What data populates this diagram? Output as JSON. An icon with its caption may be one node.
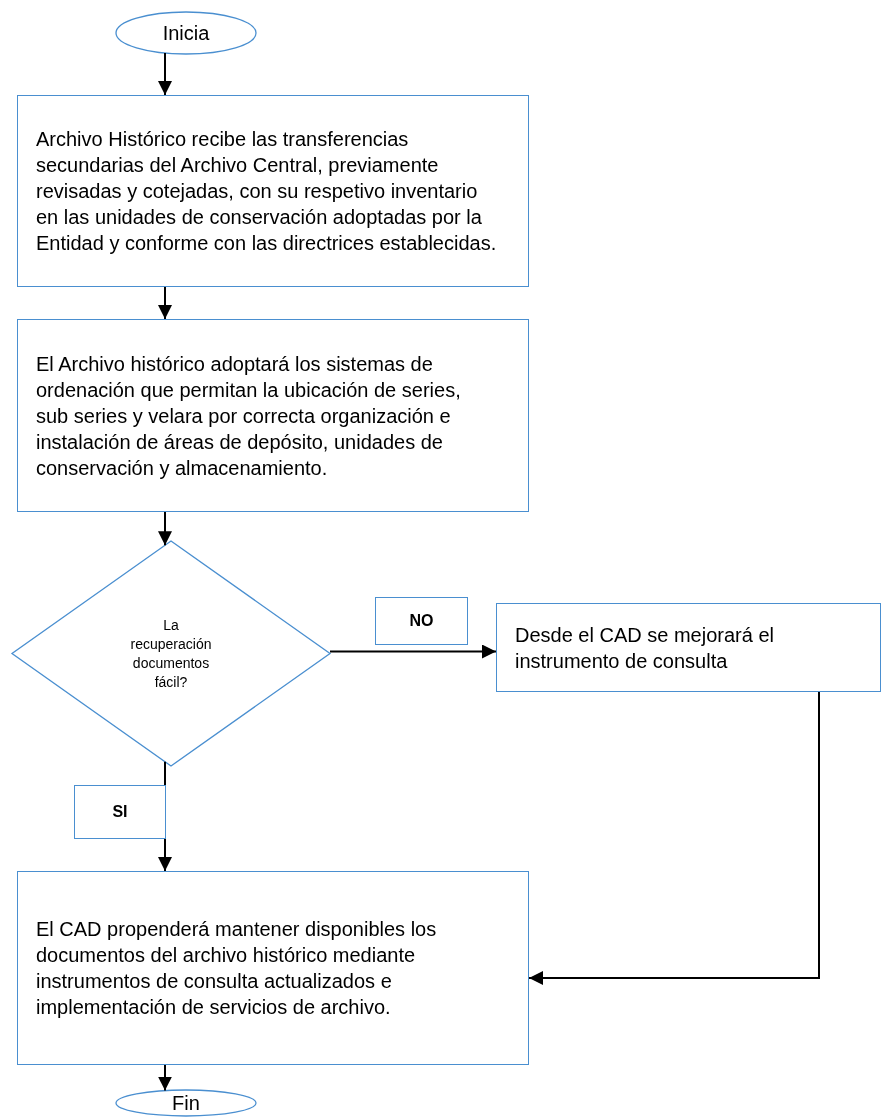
{
  "diagram": {
    "nodes": [
      {
        "text": [
          "Inicia"
        ]
      },
      {
        "text": [
          "Archivo Histórico recibe las transferencias secundarias del Archivo Central, previamente revisadas y cotejadas, con su respetivo inventario en las unidades de conservación adoptadas por la Entidad y conforme con las directrices establecidas."
        ]
      },
      {
        "text": [
          "El Archivo histórico adoptará los sistemas de ordenación que permitan la ubicación de series, sub series y velara por correcta organización e instalación de áreas de depósito, unidades de conservación y almacenamiento."
        ]
      },
      {
        "text": [
          "La recuperación documentos fácil?"
        ]
      },
      {
        "text": [
          "Desde el CAD se mejorará el instrumento de consulta"
        ]
      },
      {
        "text": [
          "El CAD propenderá mantener disponibles los documentos del archivo histórico mediante instrumentos de consulta actualizados e implementación de servicios de archivo."
        ]
      },
      {
        "text": [
          "Fin"
        ]
      }
    ],
    "edges": [
      {
        "from": 0,
        "to": 1,
        "arrow": "to"
      },
      {
        "from": 1,
        "to": 2,
        "arrow": "to"
      },
      {
        "from": 2,
        "to": 3,
        "arrow": "to"
      },
      {
        "from": 3,
        "to": 4,
        "arrow": "to",
        "label": "NO"
      },
      {
        "from": 3,
        "to": 5,
        "arrow": "to",
        "label": "SI"
      },
      {
        "from": 4,
        "to": 5,
        "arrow": "to"
      },
      {
        "from": 5,
        "to": 6,
        "arrow": "to"
      }
    ]
  }
}
